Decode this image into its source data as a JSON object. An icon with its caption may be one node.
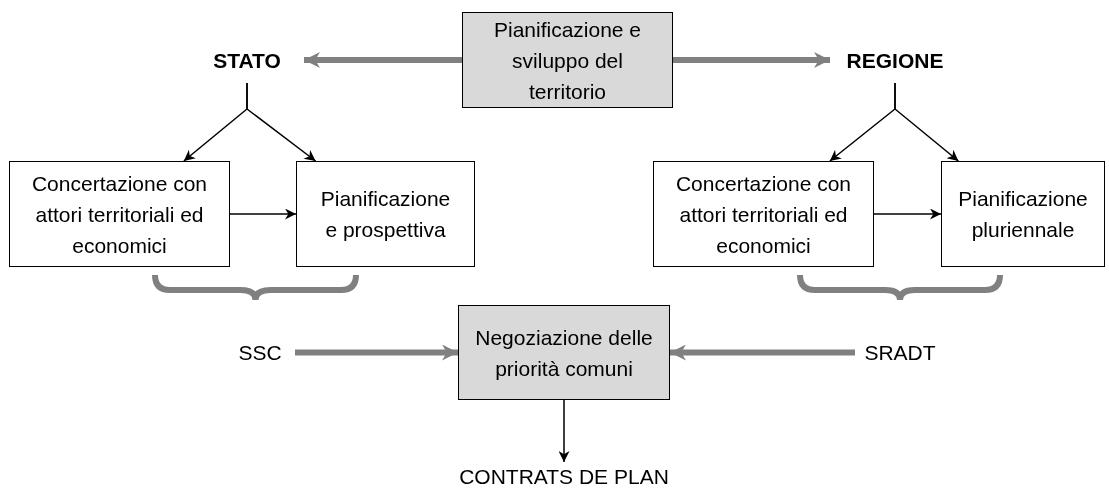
{
  "diagram": {
    "nodes": [
      {
        "text": [
          "Pianificazione e sviluppo del territorio"
        ]
      },
      {
        "text": [
          "STATO"
        ]
      },
      {
        "text": [
          "REGIONE"
        ]
      },
      {
        "text": [
          "Concertazione con attori territoriali ed economici"
        ]
      },
      {
        "text": [
          "Pianificazione e prospettiva"
        ]
      },
      {
        "text": [
          "Concertazione con attori territoriali ed economici"
        ]
      },
      {
        "text": [
          "Pianificazione pluriennale"
        ]
      },
      {
        "text": [
          "SSC"
        ]
      },
      {
        "text": [
          "Negoziazione delle priorità comuni"
        ]
      },
      {
        "text": [
          "SRADT"
        ]
      },
      {
        "text": [
          "CONTRATS DE PLAN"
        ]
      }
    ],
    "edges": [
      {
        "from": 0,
        "to": 1,
        "arrow": "to",
        "style": "thick",
        "color": "#808080"
      },
      {
        "from": 0,
        "to": 2,
        "arrow": "to",
        "style": "thick",
        "color": "#808080"
      },
      {
        "from": 1,
        "to": 3,
        "arrow": "to"
      },
      {
        "from": 1,
        "to": 4,
        "arrow": "to"
      },
      {
        "from": 2,
        "to": 5,
        "arrow": "to"
      },
      {
        "from": 2,
        "to": 6,
        "arrow": "to"
      },
      {
        "from": 3,
        "to": 4,
        "arrow": "to"
      },
      {
        "from": 5,
        "to": 6,
        "arrow": "to"
      },
      {
        "from": 7,
        "to": 8,
        "arrow": "to",
        "style": "thick",
        "color": "#808080"
      },
      {
        "from": 9,
        "to": 8,
        "arrow": "to",
        "style": "thick",
        "color": "#808080"
      },
      {
        "from": 8,
        "to": 10,
        "arrow": "to"
      }
    ]
  }
}
